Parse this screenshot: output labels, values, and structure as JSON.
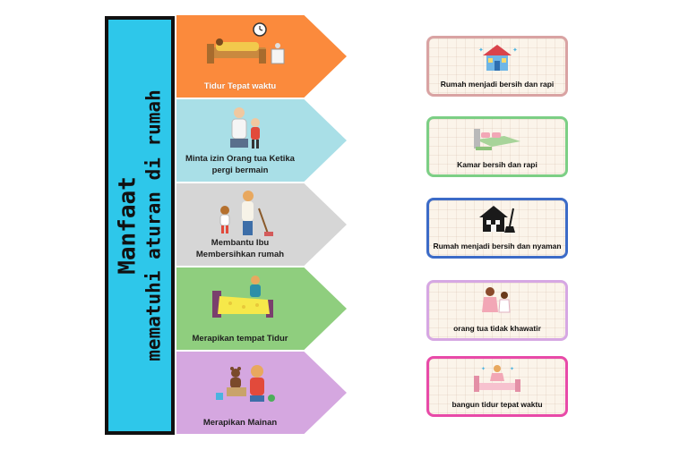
{
  "title": {
    "line1": "Manfaat",
    "line2": "mematuhi aturan di rumah"
  },
  "colors": {
    "title_panel": "#2ec7ea",
    "arrow_1": "#fb8a3c",
    "arrow_2": "#a9dfe7",
    "arrow_3": "#d6d6d6",
    "arrow_4": "#8fce7e",
    "arrow_5": "#d5a7e0",
    "card_1_border": "#d9a3a3",
    "card_2_border": "#7ccf85",
    "card_3_border": "#3c6bc7",
    "card_4_border": "#d6a7e3",
    "card_5_border": "#e84aa8"
  },
  "rules": [
    {
      "label": "Tidur Tepat waktu",
      "icon": "bed-clock-icon"
    },
    {
      "label": "Minta izin Orang tua Ketika pergi bermain",
      "icon": "parent-child-icon"
    },
    {
      "label": "Membantu Ibu Membersihkan rumah",
      "icon": "cleaning-mother-icon"
    },
    {
      "label": "Merapikan tempat Tidur",
      "icon": "making-bed-icon"
    },
    {
      "label": "Merapikan Mainan",
      "icon": "toys-icon"
    }
  ],
  "benefits": [
    {
      "label": "Rumah menjadi bersih dan rapi",
      "icon": "clean-house-icon"
    },
    {
      "label": "Kamar bersih dan rapi",
      "icon": "tidy-bed-icon"
    },
    {
      "label": "Rumah menjadi bersih dan nyaman",
      "icon": "house-broom-icon"
    },
    {
      "label": "orang tua tidak khawatir",
      "icon": "mother-daughter-icon"
    },
    {
      "label": "bangun tidur tepat waktu",
      "icon": "wake-up-icon"
    }
  ]
}
